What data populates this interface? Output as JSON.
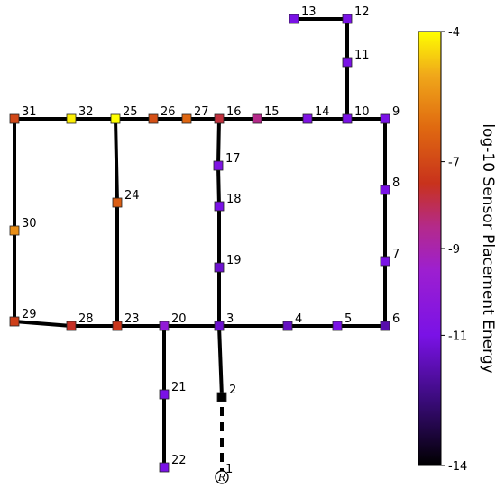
{
  "colorbar": {
    "title": "log-10 Sensor Placement Energy",
    "min": -14,
    "max": -4,
    "ticks": [
      {
        "value": -4,
        "label": "-4"
      },
      {
        "value": -7,
        "label": "-7"
      },
      {
        "value": -9,
        "label": "-9"
      },
      {
        "value": -11,
        "label": "-11"
      },
      {
        "value": -14,
        "label": "-14"
      }
    ],
    "stops": [
      {
        "t": 0.0,
        "color": "#000000"
      },
      {
        "t": 0.15,
        "color": "#3a0b7a"
      },
      {
        "t": 0.3,
        "color": "#7a12e6"
      },
      {
        "t": 0.45,
        "color": "#9d1fd0"
      },
      {
        "t": 0.55,
        "color": "#b42a8a"
      },
      {
        "t": 0.65,
        "color": "#c8321c"
      },
      {
        "t": 0.78,
        "color": "#e06a10"
      },
      {
        "t": 0.9,
        "color": "#f0a81a"
      },
      {
        "t": 1.0,
        "color": "#ffff00"
      }
    ]
  },
  "reservoir": {
    "id": "1",
    "symbol": "R"
  },
  "nodes": [
    {
      "id": "2",
      "value": -14.0
    },
    {
      "id": "3",
      "value": -11.3
    },
    {
      "id": "4",
      "value": -11.5
    },
    {
      "id": "5",
      "value": -11.0
    },
    {
      "id": "6",
      "value": -11.8
    },
    {
      "id": "7",
      "value": -11.0
    },
    {
      "id": "8",
      "value": -11.0
    },
    {
      "id": "9",
      "value": -11.0
    },
    {
      "id": "10",
      "value": -11.0
    },
    {
      "id": "11",
      "value": -11.0
    },
    {
      "id": "12",
      "value": -11.0
    },
    {
      "id": "13",
      "value": -11.0
    },
    {
      "id": "14",
      "value": -10.8
    },
    {
      "id": "15",
      "value": -8.5
    },
    {
      "id": "16",
      "value": -7.8
    },
    {
      "id": "17",
      "value": -10.8
    },
    {
      "id": "18",
      "value": -11.0
    },
    {
      "id": "19",
      "value": -11.3
    },
    {
      "id": "20",
      "value": -10.0
    },
    {
      "id": "21",
      "value": -11.0
    },
    {
      "id": "22",
      "value": -11.0
    },
    {
      "id": "23",
      "value": -7.4
    },
    {
      "id": "24",
      "value": -6.5
    },
    {
      "id": "25",
      "value": -4.0
    },
    {
      "id": "26",
      "value": -6.8
    },
    {
      "id": "27",
      "value": -6.3
    },
    {
      "id": "28",
      "value": -7.6
    },
    {
      "id": "29",
      "value": -7.2
    },
    {
      "id": "30",
      "value": -5.5
    },
    {
      "id": "31",
      "value": -7.0
    },
    {
      "id": "32",
      "value": -4.2
    }
  ],
  "pipes": [
    {
      "from": "1",
      "to": "2",
      "dashed": true
    },
    {
      "from": "2",
      "to": "3"
    },
    {
      "from": "3",
      "to": "4"
    },
    {
      "from": "4",
      "to": "5"
    },
    {
      "from": "5",
      "to": "6"
    },
    {
      "from": "6",
      "to": "7"
    },
    {
      "from": "7",
      "to": "8"
    },
    {
      "from": "8",
      "to": "9"
    },
    {
      "from": "9",
      "to": "10"
    },
    {
      "from": "10",
      "to": "11"
    },
    {
      "from": "11",
      "to": "12"
    },
    {
      "from": "12",
      "to": "13"
    },
    {
      "from": "10",
      "to": "14"
    },
    {
      "from": "14",
      "to": "15"
    },
    {
      "from": "15",
      "to": "16"
    },
    {
      "from": "16",
      "to": "17"
    },
    {
      "from": "17",
      "to": "18"
    },
    {
      "from": "18",
      "to": "19"
    },
    {
      "from": "19",
      "to": "3"
    },
    {
      "from": "3",
      "to": "20"
    },
    {
      "from": "20",
      "to": "21"
    },
    {
      "from": "21",
      "to": "22"
    },
    {
      "from": "20",
      "to": "23"
    },
    {
      "from": "23",
      "to": "24"
    },
    {
      "from": "24",
      "to": "25"
    },
    {
      "from": "16",
      "to": "27"
    },
    {
      "from": "27",
      "to": "26"
    },
    {
      "from": "26",
      "to": "25"
    },
    {
      "from": "25",
      "to": "32"
    },
    {
      "from": "32",
      "to": "31"
    },
    {
      "from": "31",
      "to": "30"
    },
    {
      "from": "30",
      "to": "29"
    },
    {
      "from": "29",
      "to": "28"
    },
    {
      "from": "28",
      "to": "23"
    }
  ]
}
